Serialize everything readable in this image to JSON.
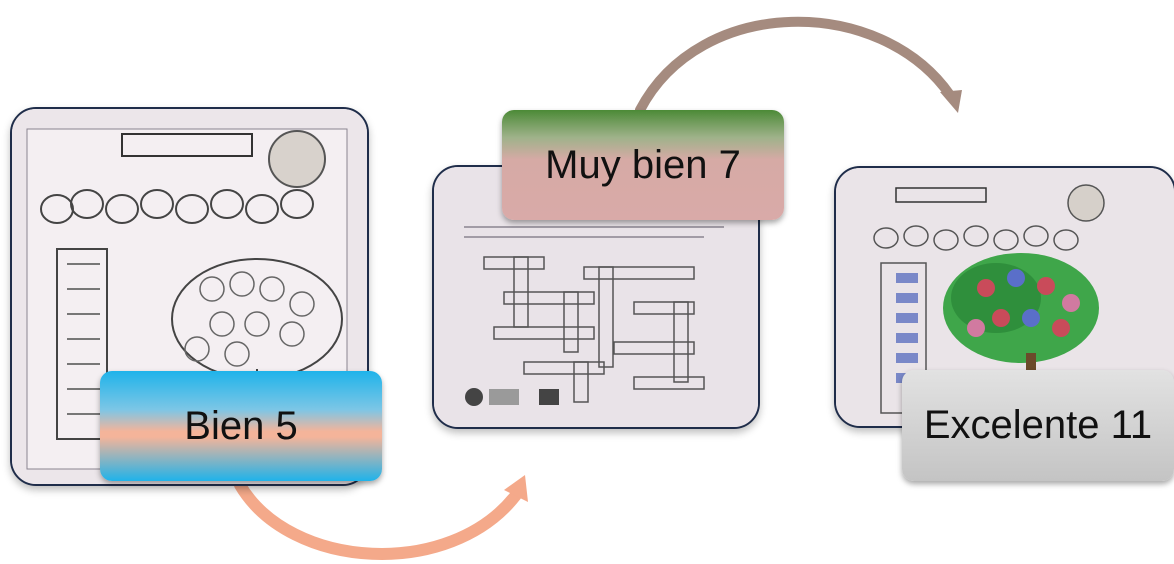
{
  "steps": [
    {
      "label": "Bien 5"
    },
    {
      "label": "Muy bien 7"
    },
    {
      "label": "Excelente 11"
    }
  ],
  "colors": {
    "arrow_bottom": "#f4a98a",
    "arrow_top": "#a58b7f",
    "label1_main": "#1fb3ea",
    "label2_top": "#4c8a37",
    "label2_main": "#d9aaa8",
    "label3": "#c8c8c8"
  }
}
